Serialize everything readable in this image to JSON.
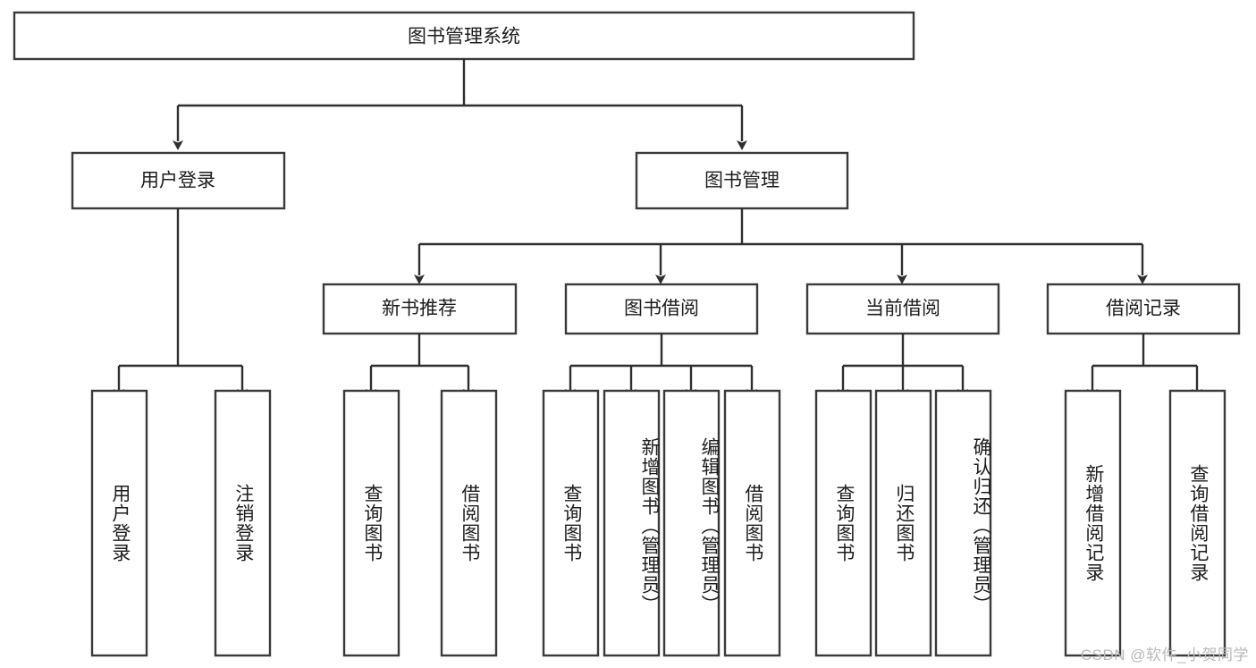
{
  "diagram": {
    "title_node": {
      "label": "图书管理系统"
    },
    "level2": [
      {
        "id": "user-login",
        "label": "用户登录"
      },
      {
        "id": "book-manage",
        "label": "图书管理"
      }
    ],
    "level3": [
      {
        "id": "new-book-recommend",
        "label": "新书推荐"
      },
      {
        "id": "book-borrow",
        "label": "图书借阅"
      },
      {
        "id": "current-borrow",
        "label": "当前借阅"
      },
      {
        "id": "borrow-record",
        "label": "借阅记录"
      }
    ],
    "leaves": {
      "user_login": [
        {
          "id": "leaf-user-login",
          "label": "用户登录"
        },
        {
          "id": "leaf-logout-login",
          "label": "注销登录"
        }
      ],
      "new_book_recommend": [
        {
          "id": "leaf-query-book-1",
          "label": "查询图书"
        },
        {
          "id": "leaf-borrow-book-1",
          "label": "借阅图书"
        }
      ],
      "book_borrow": [
        {
          "id": "leaf-query-book-2",
          "label": "查询图书"
        },
        {
          "id": "leaf-add-book",
          "label": "新增图书（管理员）"
        },
        {
          "id": "leaf-edit-book",
          "label": "编辑图书（管理员）"
        },
        {
          "id": "leaf-borrow-book-2",
          "label": "借阅图书"
        }
      ],
      "current_borrow": [
        {
          "id": "leaf-query-book-3",
          "label": "查询图书"
        },
        {
          "id": "leaf-return-book",
          "label": "归还图书"
        },
        {
          "id": "leaf-confirm-return",
          "label": "确认归还（管理员）"
        }
      ],
      "borrow_record": [
        {
          "id": "leaf-add-record",
          "label": "新增借阅记录"
        },
        {
          "id": "leaf-query-record",
          "label": "查询借阅记录"
        }
      ]
    },
    "watermark": "CSDN @软件_小贺同学",
    "colors": {
      "box_stroke": "#3a3a3a",
      "connector": "#2e2e2e",
      "box_fill": "#ffffff",
      "text": "#1c1c1c",
      "watermark": "#b9b9b9",
      "background": "#ffffff"
    }
  }
}
